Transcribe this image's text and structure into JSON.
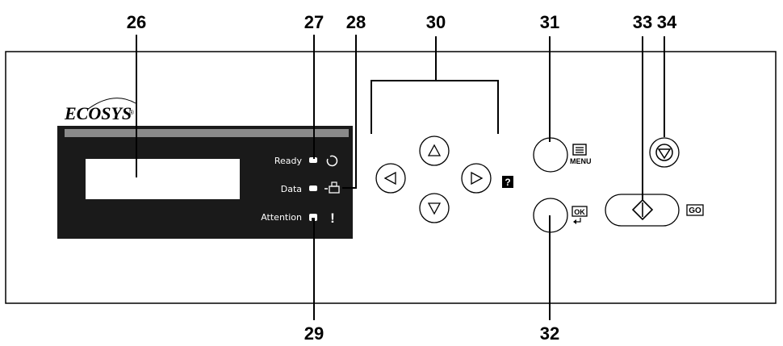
{
  "callouts": {
    "c26": "26",
    "c27": "27",
    "c28": "28",
    "c29": "29",
    "c30": "30",
    "c31": "31",
    "c32": "32",
    "c33": "33",
    "c34": "34"
  },
  "brand": {
    "logo_text": "ECOSYS",
    "logo_mark": "®"
  },
  "indicators": {
    "ready_label": "Ready",
    "data_label": "Data",
    "attention_label": "Attention",
    "attention_symbol": "!"
  },
  "keys": {
    "help_symbol": "?",
    "menu_label": "MENU",
    "ok_label": "OK",
    "go_label": "GO"
  },
  "colors": {
    "panel_outline": "#000000",
    "display_panel": "#1a1a1a",
    "lcd_window": "#ffffff",
    "stripe": "#8a8a8a"
  }
}
